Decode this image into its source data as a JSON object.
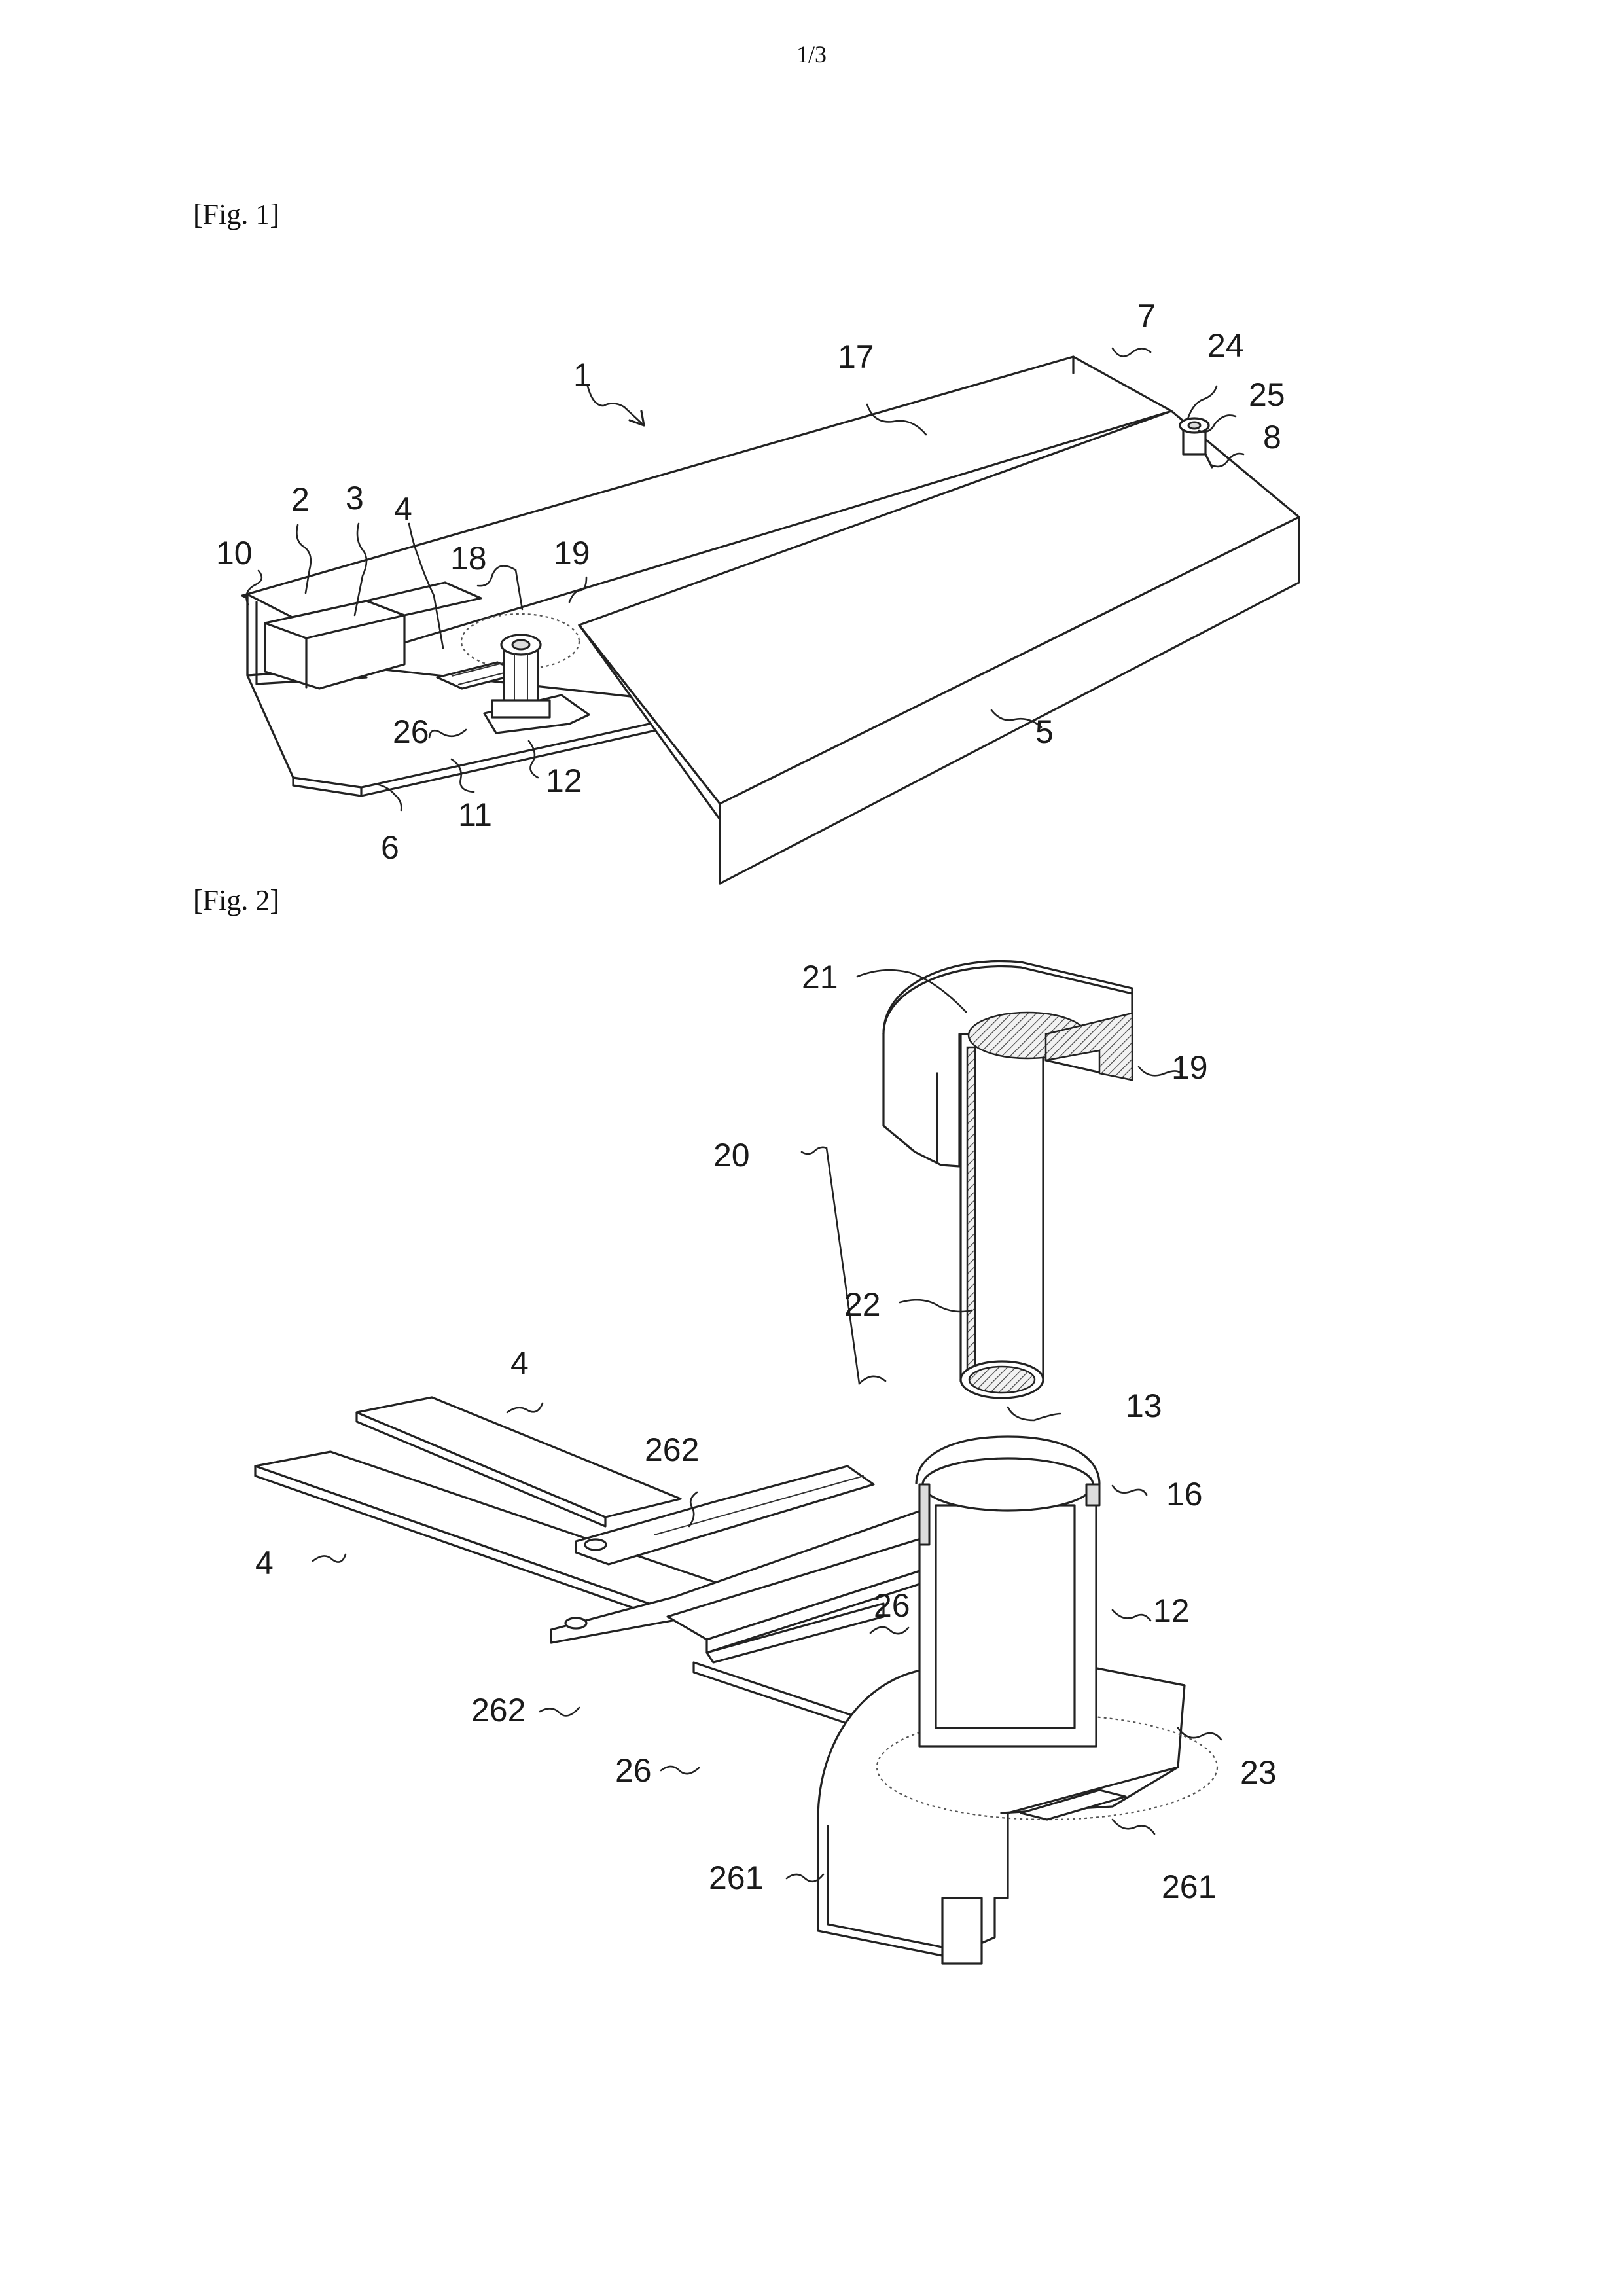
{
  "sheet": {
    "page_number": "1/3"
  },
  "figures": [
    {
      "caption": "[Fig. 1]",
      "labels": [
        "1",
        "2",
        "3",
        "4",
        "5",
        "6",
        "7",
        "8",
        "10",
        "11",
        "12",
        "17",
        "18",
        "19",
        "24",
        "25",
        "26"
      ]
    },
    {
      "caption": "[Fig. 2]",
      "labels": [
        "21",
        "19",
        "20",
        "22",
        "13",
        "16",
        "4",
        "262",
        "4",
        "26",
        "12",
        "262",
        "26",
        "23",
        "261",
        "261"
      ]
    }
  ]
}
